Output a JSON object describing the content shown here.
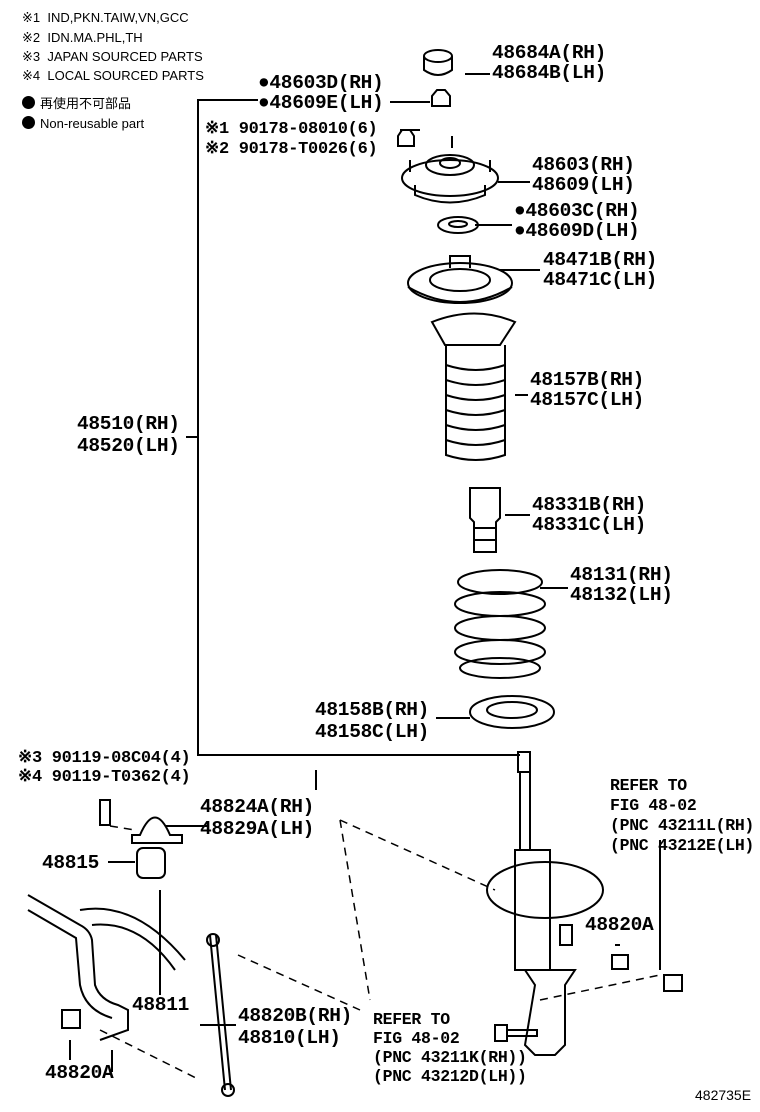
{
  "legend": {
    "notes": [
      "※1  IND,PKN.TAIW,VN,GCC",
      "※2  IDN.MA.PHL,TH",
      "※3  JAPAN SOURCED PARTS",
      "※4  LOCAL SOURCED PARTS"
    ],
    "non_reusable_jp": "再使用不可部品",
    "non_reusable_en": "Non-reusable part"
  },
  "parts": {
    "p48684": [
      "48684A(RH)",
      "48684B(LH)"
    ],
    "p48603D": [
      "●48603D(RH)",
      "●48609E(LH)"
    ],
    "p90178": [
      "※1 90178-08010(6)",
      "※2 90178-T0026(6)"
    ],
    "p48603": [
      "48603(RH)",
      "48609(LH)"
    ],
    "p48603C": [
      "●48603C(RH)",
      "●48609D(LH)"
    ],
    "p48471": [
      "48471B(RH)",
      "48471C(LH)"
    ],
    "p48157": [
      "48157B(RH)",
      "48157C(LH)"
    ],
    "p48510": [
      "48510(RH)",
      "48520(LH)"
    ],
    "p48331": [
      "48331B(RH)",
      "48331C(LH)"
    ],
    "p48131": [
      "48131(RH)",
      "48132(LH)"
    ],
    "p48158": [
      "48158B(RH)",
      "48158C(LH)"
    ],
    "p90119": [
      "※3 90119-08C04(4)",
      "※4 90119-T0362(4)"
    ],
    "p48824": [
      "48824A(RH)",
      "48829A(LH)"
    ],
    "p48815": "48815",
    "p48820A_right": "48820A",
    "p48811": "48811",
    "p48820B": [
      "48820B(RH)",
      "48810(LH)"
    ],
    "p48820A_left": "48820A"
  },
  "refer_right": [
    "REFER TO",
    "FIG 48-02",
    "(PNC 43211L(RH)",
    "(PNC 43212E(LH)"
  ],
  "refer_bottom": [
    "REFER TO",
    "FIG 48-02",
    "(PNC 43211K(RH))",
    "(PNC 43212D(LH))"
  ],
  "figure_id": "482735E"
}
